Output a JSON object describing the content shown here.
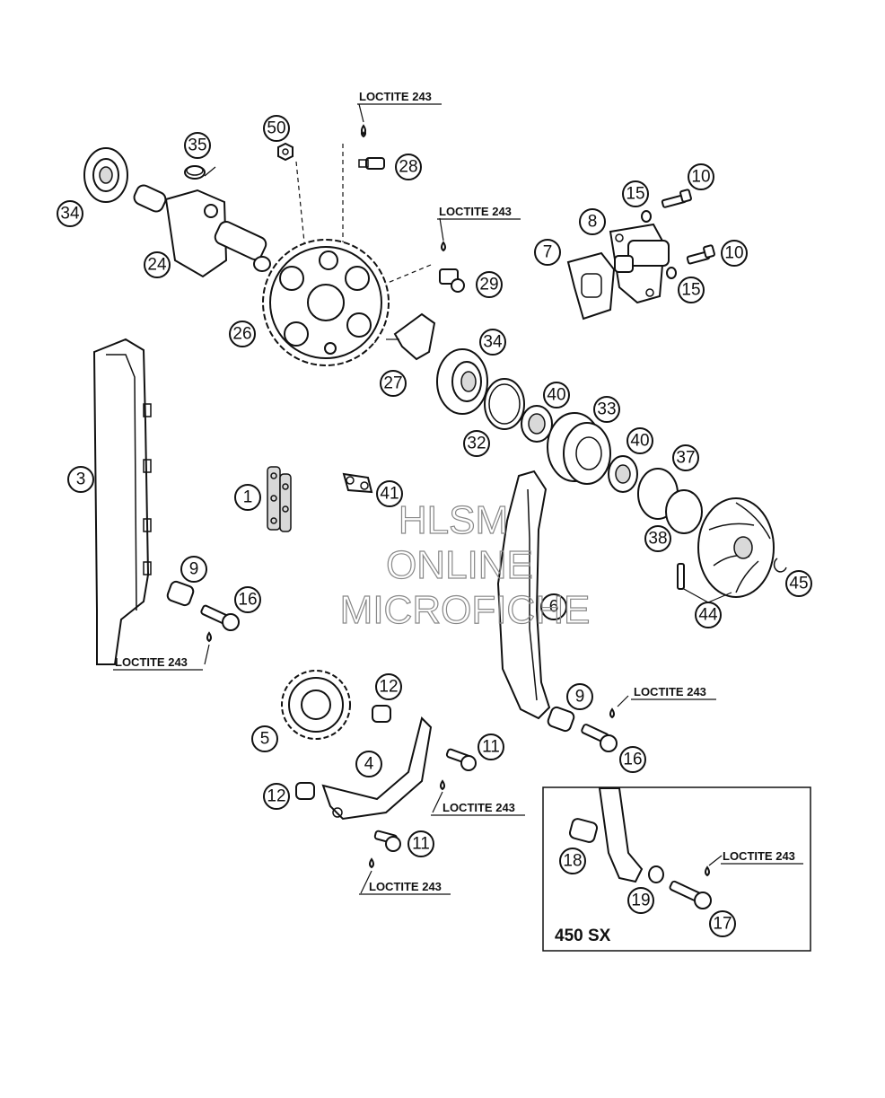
{
  "notes": {
    "loctite": "LOCTITE 243"
  },
  "callouts": {
    "c1": "1",
    "c3": "3",
    "c4": "4",
    "c5": "5",
    "c6": "6",
    "c7": "7",
    "c8": "8",
    "c9a": "9",
    "c9b": "9",
    "c10a": "10",
    "c10b": "10",
    "c11a": "11",
    "c11b": "11",
    "c12a": "12",
    "c12b": "12",
    "c15a": "15",
    "c15b": "15",
    "c16a": "16",
    "c16b": "16",
    "c17": "17",
    "c18": "18",
    "c19": "19",
    "c24": "24",
    "c26": "26",
    "c27": "27",
    "c28": "28",
    "c29": "29",
    "c32": "32",
    "c33": "33",
    "c34a": "34",
    "c34b": "34",
    "c35": "35",
    "c37": "37",
    "c38": "38",
    "c40a": "40",
    "c40b": "40",
    "c41": "41",
    "c44": "44",
    "c45": "45",
    "c50": "50"
  },
  "inset": {
    "label": "450 SX"
  },
  "watermark": {
    "line1": "HLSM",
    "line2": "ONLINE",
    "line3": "MICROFICHE"
  }
}
